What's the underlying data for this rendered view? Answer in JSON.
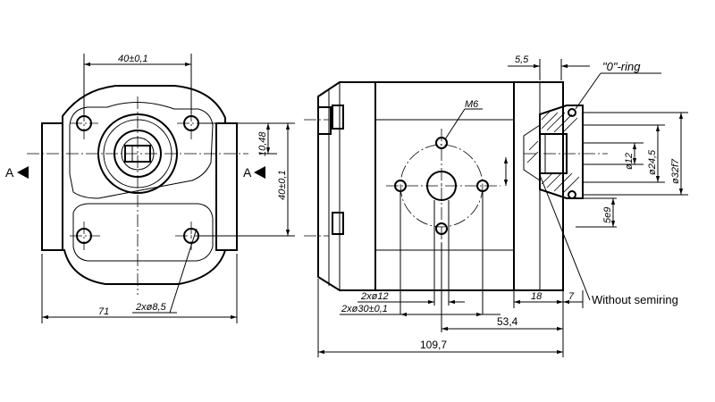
{
  "front_view": {
    "dim_bolt_spacing_h": "40±0,1",
    "dim_bolt_spacing_v": "40±0,1",
    "dim_offset": "10,48",
    "dim_width": "71",
    "dim_holes": "2xø8,5",
    "section_label_left": "A",
    "section_label_right": "A"
  },
  "side_view": {
    "dim_flange": "5,5",
    "o_ring_label": "\"0\"-ring",
    "thread_label": "M6",
    "dim_port_small": "2xø12",
    "dim_port_pitch": "2xø30±0,1",
    "dim_18": "18",
    "dim_7": "7",
    "dim_53": "53,4",
    "dim_total": "109,7",
    "dim_d12": "ø12",
    "dim_d245": "ø24,5",
    "dim_d32": "ø32f7",
    "dim_5e9": "5e9",
    "without_semiring": "Without semiring"
  }
}
